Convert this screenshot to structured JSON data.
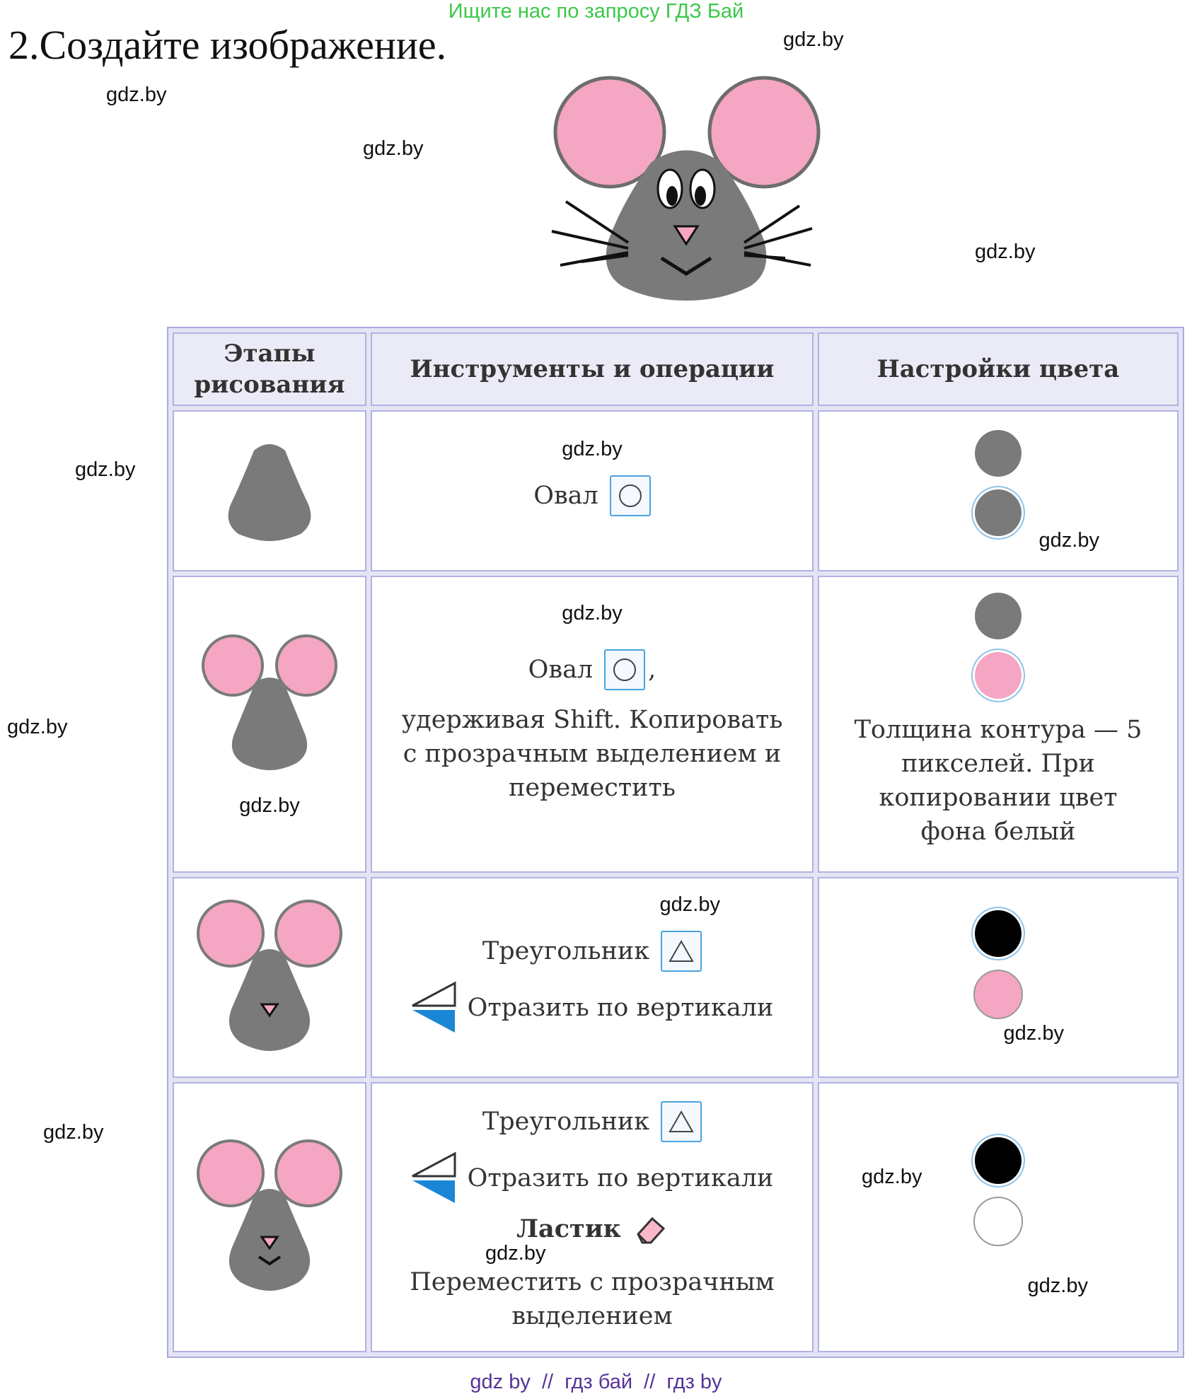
{
  "banner": "Ищите нас по запросу ГДЗ Бай",
  "task_title": "2.Создайте изображение.",
  "watermark": "gdz.by",
  "table": {
    "headers": [
      "Этапы рисования",
      "Инструменты и операции",
      "Настройки цвета"
    ],
    "rows": [
      {
        "tools": {
          "oval": "Овал"
        }
      },
      {
        "tools": {
          "oval": "Овал",
          "comma": ",",
          "text": "удерживая Shift. Копировать с прозрачным выделением и переместить"
        },
        "color_note": "Толщина контура — 5 пикселей. При копировании цвет фона белый"
      },
      {
        "tools": {
          "triangle": "Треугольник",
          "flip": "Отразить по вертикали"
        }
      },
      {
        "tools": {
          "triangle": "Треугольник",
          "flip": "Отразить по вертикали",
          "eraser": "Ластик",
          "move": "Переместить с прозрачным выделением"
        }
      }
    ]
  },
  "colors": {
    "gray": "#7a7a7a",
    "pink": "#f4a6c2",
    "black": "#000000",
    "white": "#ffffff",
    "header_bg": "#ebebf7",
    "accent": "#4aa3e0"
  },
  "footer": "gdz by  //  гдз бай  //  гдз by"
}
